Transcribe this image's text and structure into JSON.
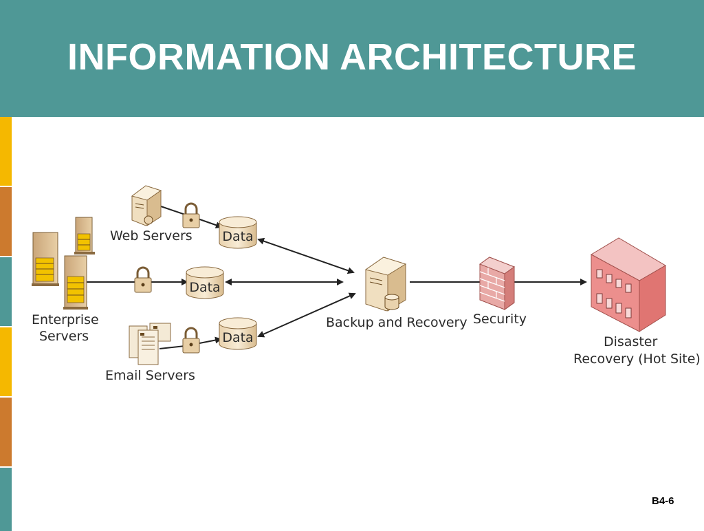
{
  "slide": {
    "title": "INFORMATION ARCHITECTURE",
    "page_number": "B4-6",
    "colors": {
      "header": "#4f9896",
      "strip": [
        "#f5b800",
        "#cc7a2e",
        "#4f9896",
        "#f5b800",
        "#cc7a2e",
        "#4f9896"
      ]
    }
  },
  "diagram": {
    "nodes": {
      "web_servers": "Web Servers",
      "enterprise_servers_line1": "Enterprise",
      "enterprise_servers_line2": "Servers",
      "email_servers": "Email Servers",
      "data_top": "Data",
      "data_middle": "Data",
      "data_bottom": "Data",
      "backup_recovery": "Backup and Recovery",
      "security": "Security",
      "disaster_line1": "Disaster",
      "disaster_line2": "Recovery (Hot Site)"
    }
  }
}
